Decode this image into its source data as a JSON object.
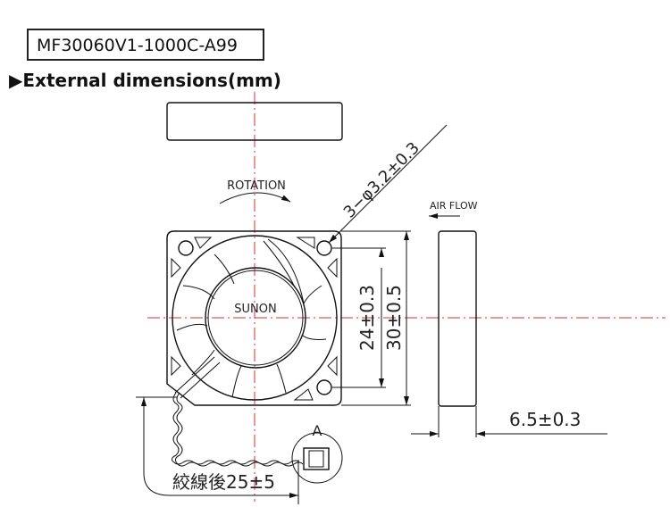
{
  "model_number": "MF30060V1-1000C-A99",
  "section_heading": "External dimensions(mm)",
  "heading_marker": "▶",
  "drawing": {
    "rotation_label": "ROTATION",
    "air_flow_label": "AIR FLOW",
    "brand_label": "SUNON",
    "hole_callout": "3−φ3.2±0.3",
    "dim_hole_pitch": "24±0.3",
    "dim_frame_size": "30±0.5",
    "dim_thickness": "6.5±0.3",
    "connector_label": "A",
    "cable_length": "絞線後25±5"
  },
  "colors": {
    "centerline": "#d83030",
    "line": "#111111"
  }
}
